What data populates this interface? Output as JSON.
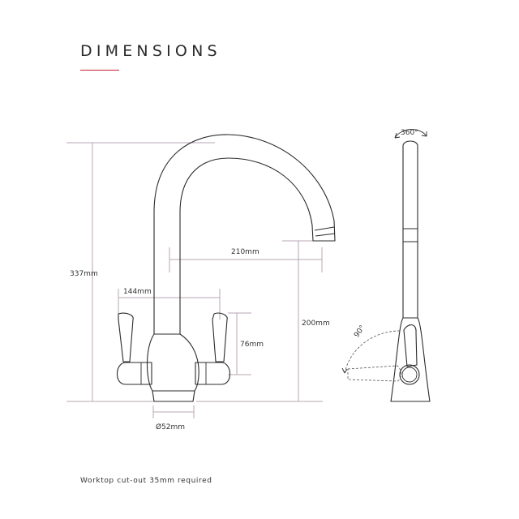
{
  "header": {
    "title": "DIMENSIONS",
    "accent_color": "#c4202e"
  },
  "front_view": {
    "dimensions": {
      "total_height": "337mm",
      "spout_reach": "210mm",
      "handle_span": "144mm",
      "handle_height": "76mm",
      "spout_height": "200mm",
      "base_diameter": "Ø52mm"
    }
  },
  "side_view": {
    "rotation_label": "360°",
    "lever_angle_label": "90°"
  },
  "footer": {
    "note": "Worktop cut-out 35mm required"
  },
  "colors": {
    "dimension_line": "#b8a7b6",
    "outline": "#2b2b2b"
  }
}
